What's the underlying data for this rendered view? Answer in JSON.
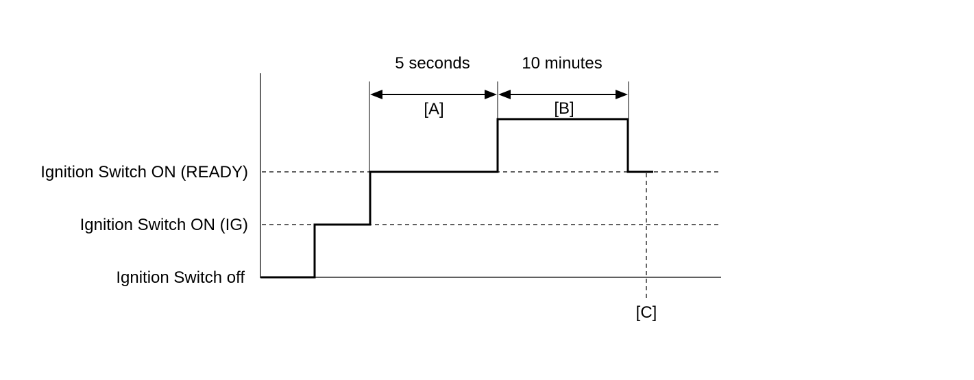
{
  "levels": {
    "ready": "Ignition Switch ON (READY)",
    "ig": "Ignition Switch ON (IG)",
    "off": "Ignition Switch off"
  },
  "intervals": {
    "a": {
      "duration": "5 seconds",
      "tag": "[A]"
    },
    "b": {
      "duration": "10 minutes",
      "tag": "[B]"
    }
  },
  "marker_c": "[C]"
}
